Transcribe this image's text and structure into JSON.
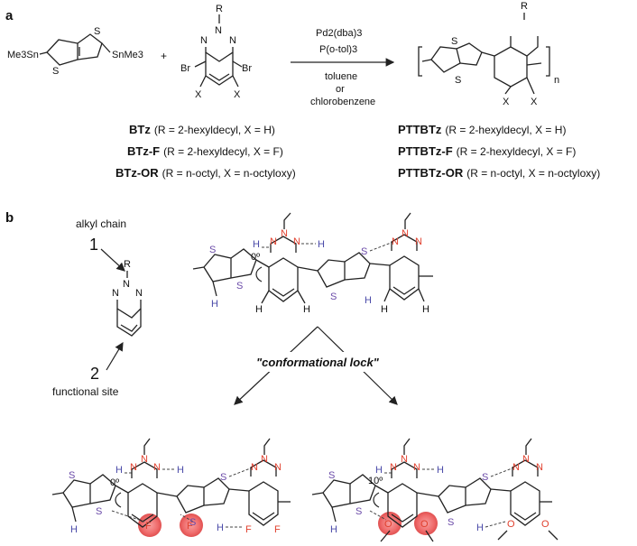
{
  "panel_a": {
    "label": "a",
    "reagent_left": {
      "left_group": "Me3Sn",
      "right_group": "SnMe3",
      "s_top": "S",
      "s_bottom": "S"
    },
    "plus": "+",
    "monomer": {
      "r": "R",
      "n1": "N",
      "n2": "N",
      "n3": "N",
      "br_left": "Br",
      "br_right": "Br",
      "x_left": "X",
      "x_right": "X"
    },
    "conditions": {
      "cat1": "Pd2(dba)3",
      "cat2": "P(o-tol)3",
      "solv1": "toluene",
      "solv2": "or",
      "solv3": "chlorobenzene"
    },
    "polymer": {
      "r": "R",
      "s_top": "S",
      "s_bottom": "S",
      "x_left": "X",
      "x_right": "X",
      "n": "n"
    },
    "monomers": [
      {
        "name": "BTz",
        "desc": "(R = 2-hexyldecyl, X = H)"
      },
      {
        "name": "BTz-F",
        "desc": "(R = 2-hexyldecyl, X = F)"
      },
      {
        "name": "BTz-OR",
        "desc": "(R = n-octyl, X = n-octyloxy)"
      }
    ],
    "polymers": [
      {
        "name": "PTTBTz",
        "desc": "(R = 2-hexyldecyl, X = H)"
      },
      {
        "name": "PTTBTz-F",
        "desc": "(R = 2-hexyldecyl, X = F)"
      },
      {
        "name": "PTTBTz-OR",
        "desc": "(R = n-octyl, X = n-octyloxy)"
      }
    ]
  },
  "panel_b": {
    "label": "b",
    "alkyl_chain": "alkyl chain",
    "num1": "1",
    "num2": "2",
    "functional_site": "functional site",
    "small_r": "R",
    "small_n1": "N",
    "small_n2": "N",
    "small_n3": "N",
    "lock": "\"conformational lock\"",
    "angle_top": "0º",
    "angle_left": "0º",
    "angle_right": "10º",
    "atom_S": "S",
    "atom_N": "N",
    "atom_H": "H",
    "atom_F": "F",
    "atom_O": "O"
  }
}
